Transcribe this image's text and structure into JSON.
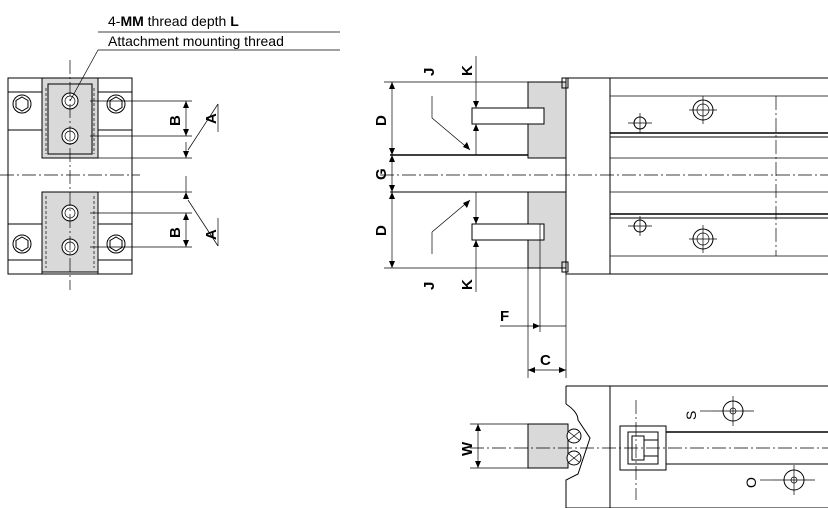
{
  "callout": {
    "line1_prefix": "4-",
    "line1_mm": "MM",
    "line1_mid": " thread depth ",
    "line1_l": "L",
    "line2": "Attachment mounting thread"
  },
  "dimensions": {
    "a": "A",
    "b": "B",
    "c": "C",
    "d": "D",
    "f": "F",
    "g": "G",
    "j": "J",
    "k": "K",
    "o": "O",
    "s": "S",
    "w": "W"
  },
  "colors": {
    "shaded_part": "#d9d9d9",
    "line": "#000000"
  }
}
